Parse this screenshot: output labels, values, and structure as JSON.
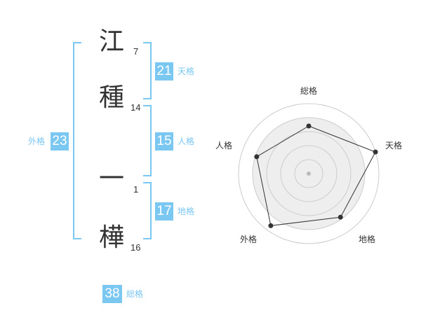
{
  "name": {
    "surname": [
      {
        "char": "江",
        "strokes": "7"
      },
      {
        "char": "種",
        "strokes": "14"
      }
    ],
    "given": [
      {
        "char": "一",
        "strokes": "1"
      },
      {
        "char": "樺",
        "strokes": "16"
      }
    ]
  },
  "fortunes": {
    "tenkaku": {
      "value": "21",
      "label": "天格"
    },
    "jinkaku": {
      "value": "15",
      "label": "人格"
    },
    "chikaku": {
      "value": "17",
      "label": "地格"
    },
    "gaikaku": {
      "value": "23",
      "label": "外格"
    },
    "soukaku": {
      "value": "38",
      "label": "総格"
    }
  },
  "radar": {
    "axes": [
      "総格",
      "天格",
      "地格",
      "外格",
      "人格"
    ],
    "scores": [
      0.68,
      1.0,
      0.77,
      0.92,
      0.78
    ],
    "colors": {
      "ring": "#cccccc",
      "fill": "#eeeeee",
      "line": "#333333",
      "center": "#bbbbbb"
    }
  },
  "colors": {
    "accent": "#7ac7f2",
    "text": "#333333"
  }
}
